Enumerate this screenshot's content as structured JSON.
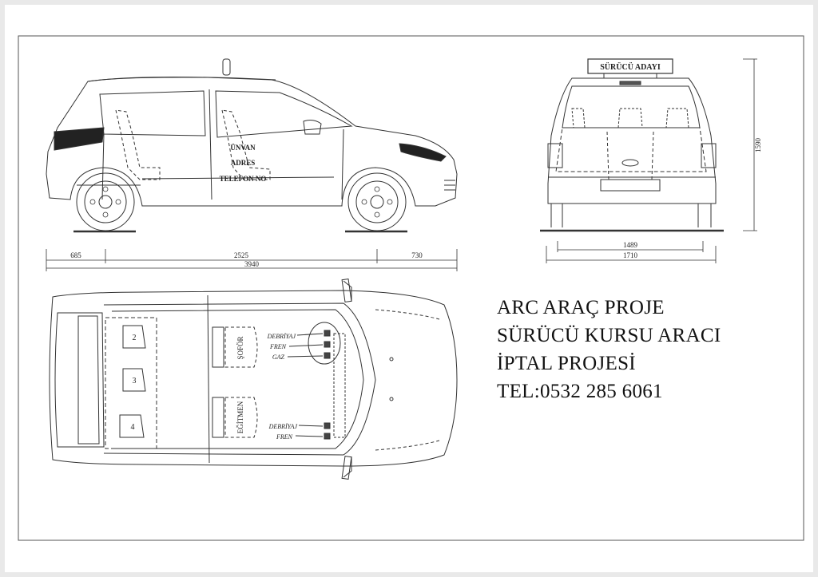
{
  "roof_sign": "SÜRÜCÜ ADAYI",
  "door_text": [
    "ÜNVAN",
    "ADRES",
    "TELEFON NO"
  ],
  "dimensions": {
    "side_front_overhang": "685",
    "side_wheelbase": "2525",
    "side_rear_overhang": "730",
    "side_total_length": "3940",
    "rear_track": "1489",
    "rear_total_width": "1710",
    "rear_height": "1590"
  },
  "top_view": {
    "seat_numbers": [
      "2",
      "3",
      "4"
    ],
    "driver_label": "ŞOFÖR",
    "instructor_label": "EĞİTMEN",
    "driver_pedals": [
      "DEBRİYAJ",
      "FREN",
      "GAZ"
    ],
    "instructor_pedals": [
      "DEBRİYAJ",
      "FREN"
    ]
  },
  "title_block": {
    "line1": "ARC ARAÇ PROJE",
    "line2": "SÜRÜCÜ KURSU ARACI",
    "line3": "İPTAL PROJESİ",
    "line4": "TEL:0532 285 6061"
  }
}
